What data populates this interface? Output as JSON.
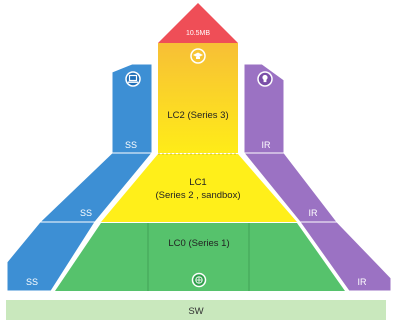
{
  "top_label": "10.5MB",
  "layers": {
    "lc2": "LC2 (Series 3)",
    "lc1_line1": "LC1",
    "lc1_line2": "(Series 2 , sandbox)",
    "lc0": "LC0 (Series 1)",
    "sw": "SW"
  },
  "left_column": {
    "upper": "SS",
    "middle": "SS",
    "lower": "SS"
  },
  "right_column": {
    "upper": "IR",
    "middle": "IR",
    "lower": "IR"
  },
  "icons": {
    "top": "graduation-cap-icon",
    "left": "laptop-icon",
    "right": "lightbulb-icon",
    "bottom": "globe-icon"
  },
  "colors": {
    "red": "#ef4e57",
    "orange": "#f7c533",
    "yellow": "#ffef1a",
    "green": "#56c26c",
    "blue": "#3d8fd4",
    "purple": "#9b72c3",
    "base": "#c9e8bd"
  }
}
